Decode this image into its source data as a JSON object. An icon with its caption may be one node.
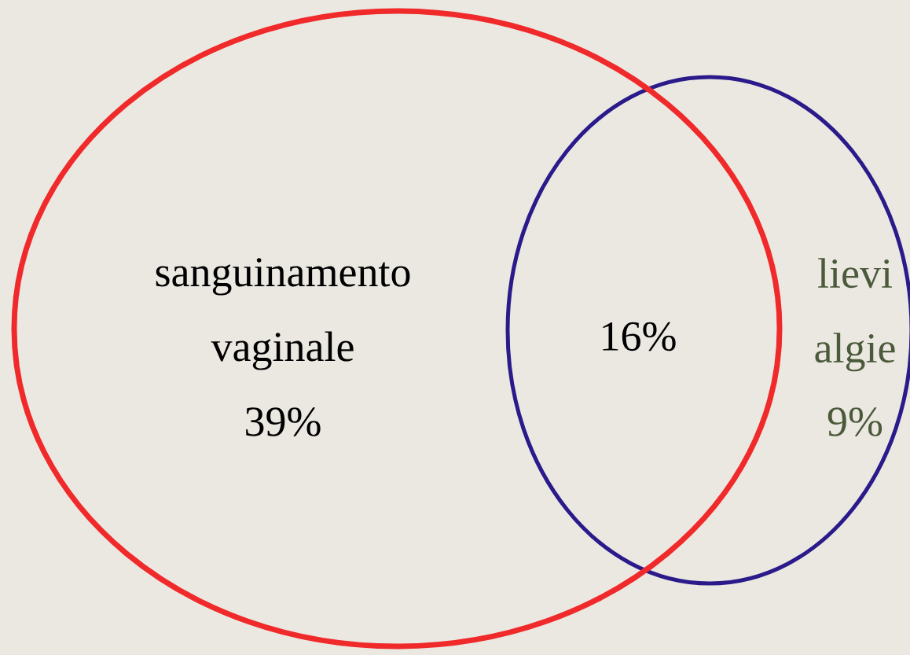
{
  "diagram": {
    "nodes": [
      {
        "text": [
          "sanguinamento vaginale",
          "39%"
        ]
      },
      {
        "text": [
          "lievi algie",
          "9%"
        ]
      }
    ],
    "labels": [
      "16%"
    ]
  }
}
